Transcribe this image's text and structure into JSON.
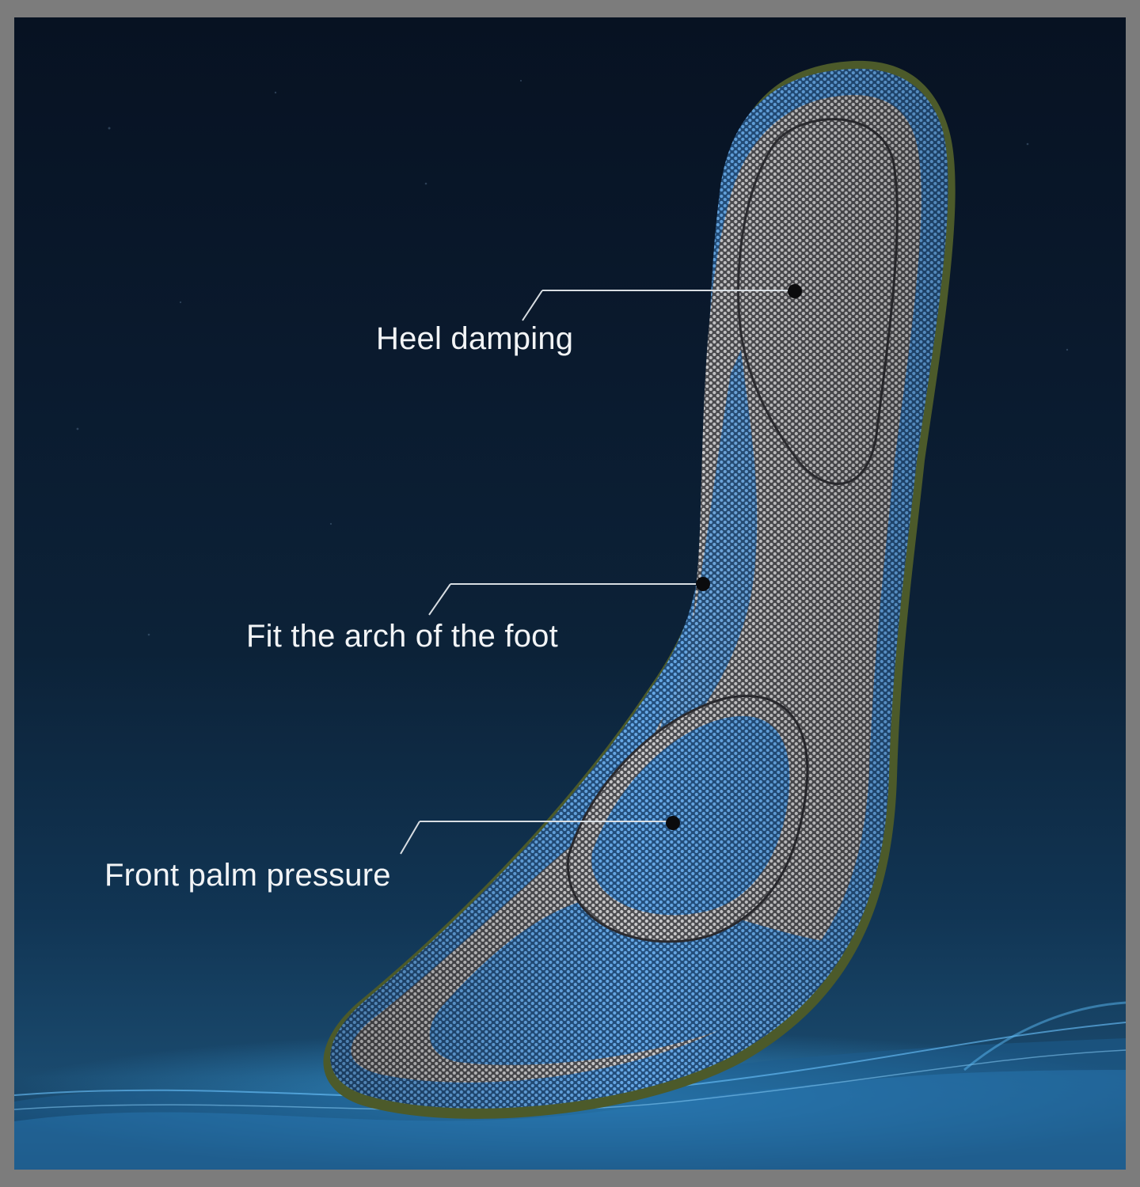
{
  "image": {
    "subject": "insole",
    "background_color": "#0a1a2e",
    "frame_color": "#7c7c7c",
    "colors": {
      "foam_gray": "#9a9a9a",
      "foam_blue": "#3b84cc",
      "glow_blue": "#2d8fd6"
    }
  },
  "callouts": [
    {
      "id": "heel",
      "label": "Heel damping"
    },
    {
      "id": "arch",
      "label": "Fit the arch of the foot"
    },
    {
      "id": "front",
      "label": "Front palm pressure"
    }
  ]
}
